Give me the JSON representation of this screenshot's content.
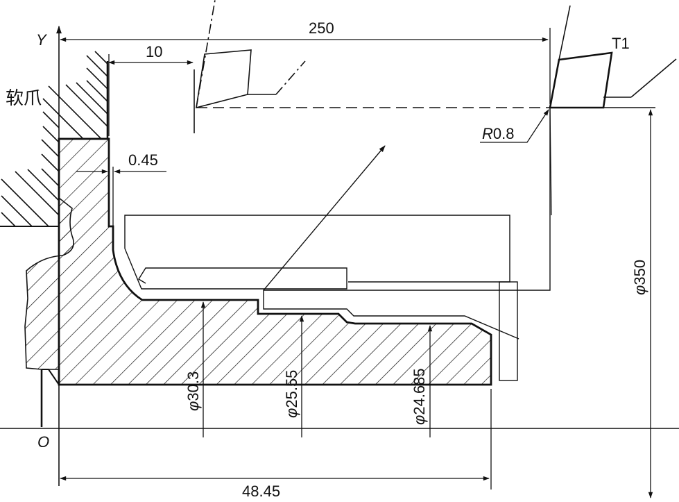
{
  "labels": {
    "axis_y": "Y",
    "origin": "O",
    "soft_jaw": "软爪",
    "tool": "T1",
    "dim_250": "250",
    "dim_10": "10",
    "dim_045": "0.45",
    "radius_prefix": "R",
    "radius_value": "0.8",
    "dia_350_symbol": "φ",
    "dia_350_value": "350",
    "dia_303_symbol": "φ",
    "dia_303_value": "30.3",
    "dia_2555_symbol": "φ",
    "dia_2555_value": "25.55",
    "dia_24685_symbol": "φ",
    "dia_24685_value": "24.685",
    "dim_4845": "48.45"
  }
}
